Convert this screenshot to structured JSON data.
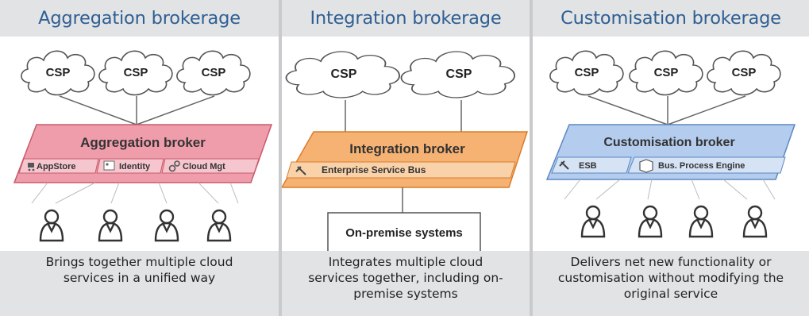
{
  "panels": [
    {
      "title": "Aggregation brokerage",
      "csps": [
        "CSP",
        "CSP",
        "CSP"
      ],
      "broker": "Aggregation broker",
      "modules": [
        "AppStore",
        "Identity",
        "Cloud Mgt"
      ],
      "description": "Brings together multiple cloud services in a unified way",
      "color": "#e58f9b"
    },
    {
      "title": "Integration brokerage",
      "csps": [
        "CSP",
        "CSP"
      ],
      "broker": "Integration broker",
      "modules": [
        "Enterprise Service Bus"
      ],
      "onpremise": "On-premise systems",
      "description": "Integrates multiple cloud services together, including on-premise systems",
      "color": "#f3ad6b"
    },
    {
      "title": "Customisation brokerage",
      "csps": [
        "CSP",
        "CSP",
        "CSP"
      ],
      "broker": "Customisation broker",
      "modules": [
        "ESB",
        "Bus. Process Engine"
      ],
      "description": "Delivers net new functionality or customisation without modifying the original service",
      "color": "#a8c6e8"
    }
  ]
}
